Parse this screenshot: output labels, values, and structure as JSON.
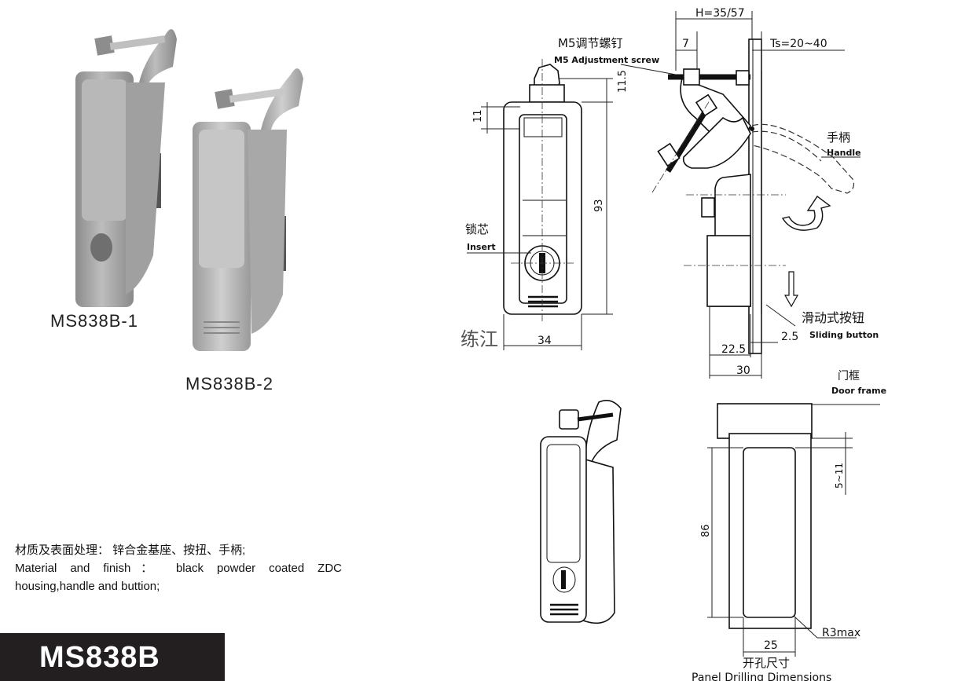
{
  "products": {
    "variant_1": "MS838B-1",
    "variant_2": "MS838B-2"
  },
  "material": {
    "zh": "材质及表面处理： 锌合金基座、按扭、手柄;",
    "en_line1": "Material and finish： black powder coated ZDC",
    "en_line2": "housing,handle and buttion;"
  },
  "model_badge": "MS838B",
  "colors": {
    "badge_bg": "#231f20",
    "badge_text": "#ffffff",
    "product_gray": "#a9a9a9"
  },
  "drawing": {
    "dims": {
      "h": "H=35/57",
      "ts": "Ts=20~40",
      "seven": "7",
      "d11_5": "11.5",
      "d11": "11",
      "d93": "93",
      "d34": "34",
      "d22_5": "22.5",
      "d2_5": "2.5",
      "d30": "30",
      "d5_11": "5~11",
      "d86": "86",
      "d25": "25",
      "r3": "R3max"
    },
    "labels": {
      "screw_zh": "M5调节螺钉",
      "screw_en": "M5 Adjustment screw",
      "handle_zh": "手柄",
      "handle_en": "Handle",
      "insert_zh": "锁芯",
      "insert_en": "Insert",
      "slide_zh": "滑动式按钮",
      "slide_en": "Sliding button",
      "frame_zh": "门框",
      "frame_en": "Door frame",
      "panel_zh": "开孔尺寸",
      "panel_en": "Panel Drilling Dimensions",
      "watermark": "练江"
    }
  }
}
